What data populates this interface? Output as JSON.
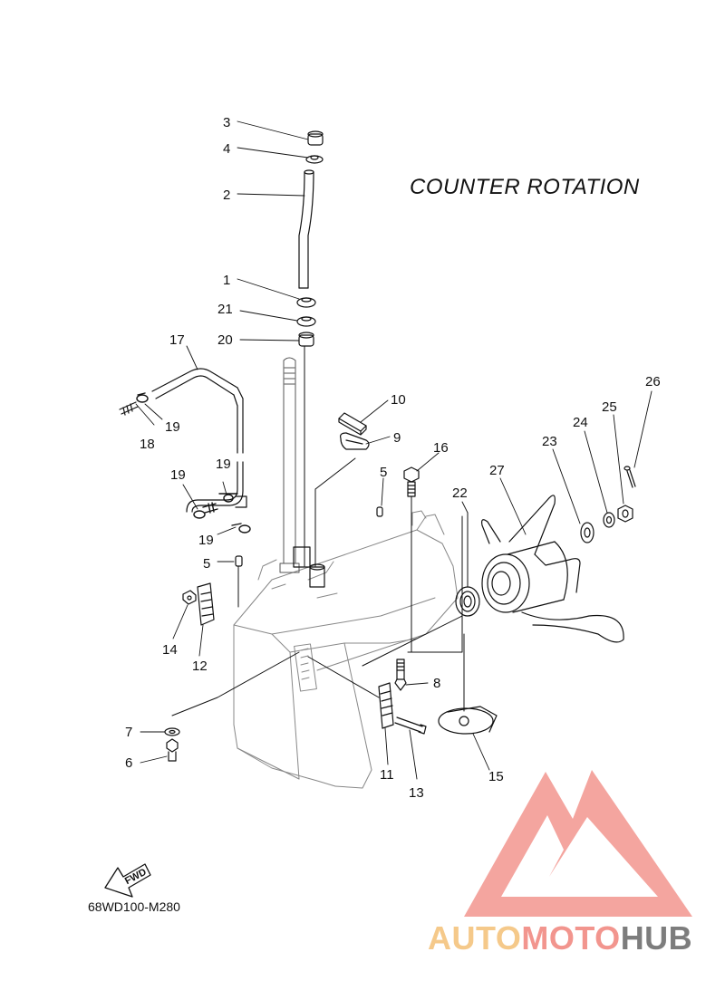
{
  "diagram": {
    "heading": "COUNTER  ROTATION",
    "code": "68WD100-M280",
    "fwd_label": "FWD",
    "labels": {
      "l1": "1",
      "l2": "2",
      "l3": "3",
      "l4": "4",
      "l5a": "5",
      "l5b": "5",
      "l6": "6",
      "l7": "7",
      "l8": "8",
      "l9": "9",
      "l10": "10",
      "l11": "11",
      "l12": "12",
      "l13": "13",
      "l14": "14",
      "l15": "15",
      "l16": "16",
      "l17": "17",
      "l18": "18",
      "l19a": "19",
      "l19b": "19",
      "l19c": "19",
      "l19d": "19",
      "l20": "20",
      "l21": "21",
      "l22": "22",
      "l23": "23",
      "l24": "24",
      "l25": "25",
      "l26": "26",
      "l27": "27"
    }
  },
  "watermark": {
    "part_auto": "AUTO",
    "part_moto": "MOTO",
    "part_hub": "HUB",
    "logo_color": "#f2958e"
  }
}
